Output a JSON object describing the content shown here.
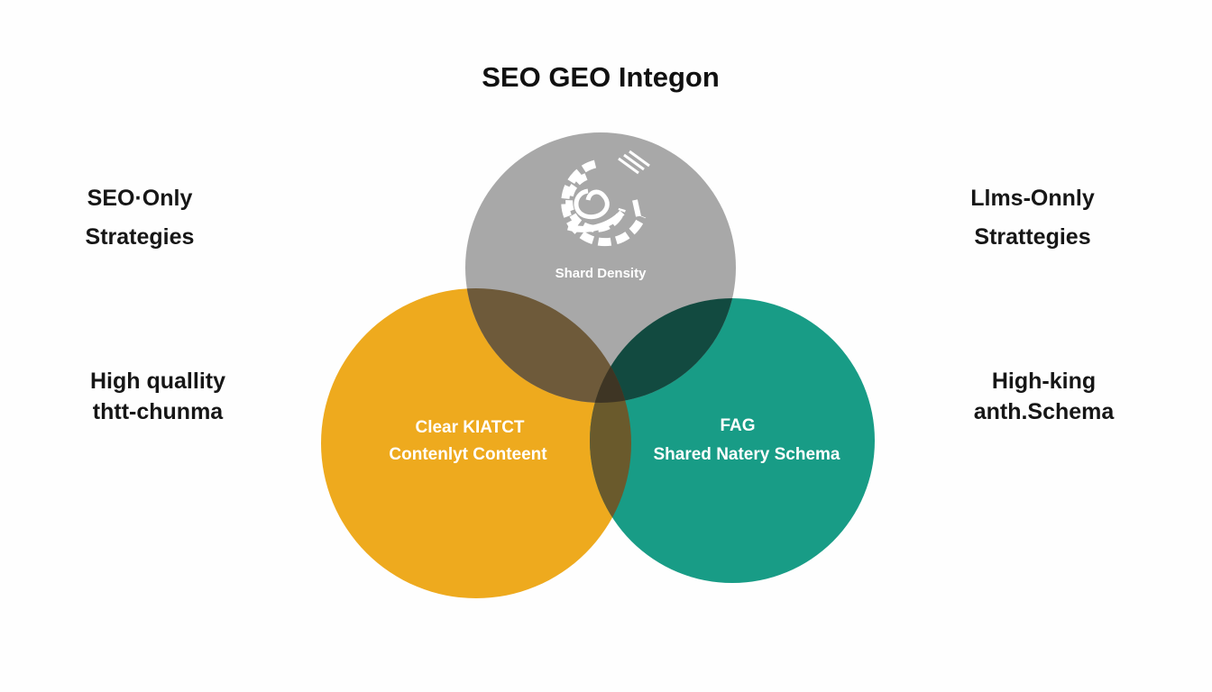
{
  "title": "SEO GEO Integon",
  "left_top": {
    "line1": "SEO·Only",
    "line2": "Strategies"
  },
  "right_top": {
    "line1": "Llms-Onnly",
    "line2": "Strattegies"
  },
  "left_bottom": {
    "line1": "High quallity",
    "line2": "thtt-chunma"
  },
  "right_bottom": {
    "line1": "High-king",
    "line2": "anth.Schema"
  },
  "circles": {
    "top": {
      "label": "Shard Density",
      "color": "#a8a8a8",
      "icon": "spiral-logo-icon"
    },
    "left": {
      "line1": "Clear KIATCT",
      "line2": "Contenlyt Conteent",
      "color": "#eeaa1e"
    },
    "right": {
      "line1": "FAG",
      "line2": "Shared Natery Schema",
      "color": "#189c86"
    }
  },
  "overlap_colors": {
    "top_left": "#6e5a3a",
    "top_right": "#124a40",
    "left_right": "#6a5a2c",
    "center": "#3e3524"
  }
}
